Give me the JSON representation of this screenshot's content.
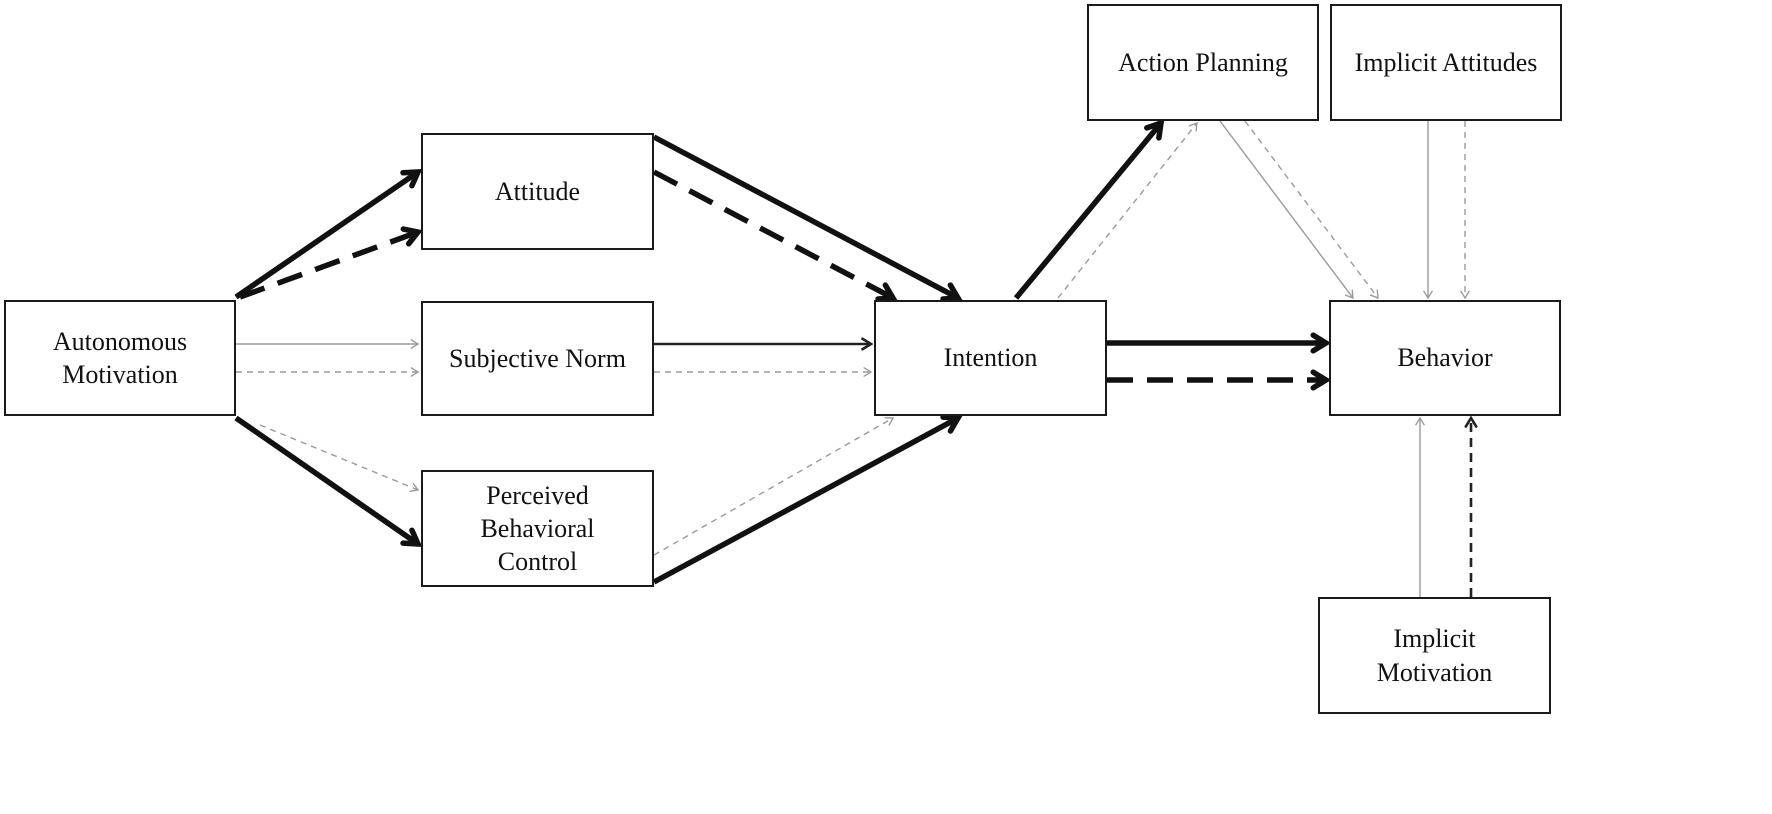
{
  "diagram": {
    "nodes": {
      "autonomous_motivation": "Autonomous Motivation",
      "attitude": "Attitude",
      "subjective_norm": "Subjective Norm",
      "perceived_behavioral_control": "Perceived Behavioral Control",
      "intention": "Intention",
      "action_planning": "Action Planning",
      "implicit_attitudes": "Implicit Attitudes",
      "behavior": "Behavior",
      "implicit_motivation": "Implicit Motivation"
    },
    "edges": [
      {
        "from": "autonomous_motivation",
        "to": "attitude",
        "style": "solid",
        "weight": "heavy"
      },
      {
        "from": "autonomous_motivation",
        "to": "attitude",
        "style": "dashed",
        "weight": "heavy"
      },
      {
        "from": "autonomous_motivation",
        "to": "subjective_norm",
        "style": "solid",
        "weight": "light"
      },
      {
        "from": "autonomous_motivation",
        "to": "subjective_norm",
        "style": "dashed",
        "weight": "light"
      },
      {
        "from": "autonomous_motivation",
        "to": "perceived_behavioral_control",
        "style": "solid",
        "weight": "heavy"
      },
      {
        "from": "autonomous_motivation",
        "to": "perceived_behavioral_control",
        "style": "dashed",
        "weight": "light"
      },
      {
        "from": "attitude",
        "to": "intention",
        "style": "solid",
        "weight": "heavy"
      },
      {
        "from": "attitude",
        "to": "intention",
        "style": "dashed",
        "weight": "heavy"
      },
      {
        "from": "subjective_norm",
        "to": "intention",
        "style": "solid",
        "weight": "medium"
      },
      {
        "from": "subjective_norm",
        "to": "intention",
        "style": "dashed",
        "weight": "light"
      },
      {
        "from": "perceived_behavioral_control",
        "to": "intention",
        "style": "solid",
        "weight": "heavy"
      },
      {
        "from": "perceived_behavioral_control",
        "to": "intention",
        "style": "dashed",
        "weight": "light"
      },
      {
        "from": "intention",
        "to": "action_planning",
        "style": "solid",
        "weight": "heavy"
      },
      {
        "from": "intention",
        "to": "action_planning",
        "style": "dashed",
        "weight": "light"
      },
      {
        "from": "intention",
        "to": "behavior",
        "style": "solid",
        "weight": "heavy"
      },
      {
        "from": "intention",
        "to": "behavior",
        "style": "dashed",
        "weight": "heavy"
      },
      {
        "from": "action_planning",
        "to": "behavior",
        "style": "solid",
        "weight": "light"
      },
      {
        "from": "action_planning",
        "to": "behavior",
        "style": "dashed",
        "weight": "light"
      },
      {
        "from": "implicit_attitudes",
        "to": "behavior",
        "style": "solid",
        "weight": "light"
      },
      {
        "from": "implicit_attitudes",
        "to": "behavior",
        "style": "dashed",
        "weight": "light"
      },
      {
        "from": "implicit_motivation",
        "to": "behavior",
        "style": "solid",
        "weight": "light"
      },
      {
        "from": "implicit_motivation",
        "to": "behavior",
        "style": "dashed",
        "weight": "medium"
      }
    ],
    "colors": {
      "heavy": "#111111",
      "medium": "#222222",
      "light": "#9a9a9a"
    }
  }
}
